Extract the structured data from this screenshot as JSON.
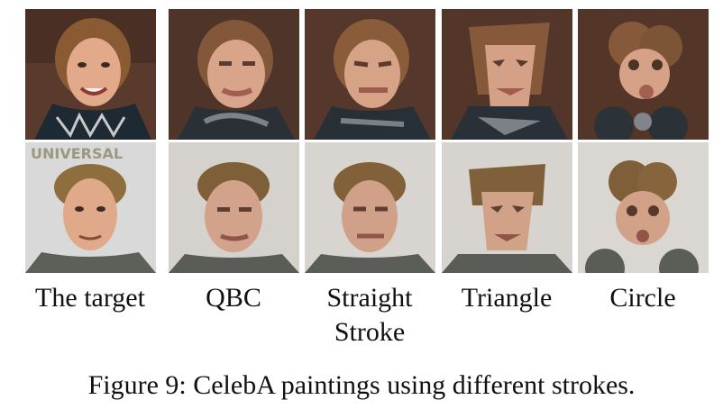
{
  "columns": [
    {
      "label": "The target"
    },
    {
      "label": "QBC"
    },
    {
      "label": "Straight Stroke",
      "line1": "Straight",
      "line2": "Stroke"
    },
    {
      "label": "Triangle"
    },
    {
      "label": "Circle"
    }
  ],
  "rows": [
    {
      "subject": "woman-portrait"
    },
    {
      "subject": "man-portrait",
      "watermark_text": "UNIVERSAL"
    }
  ],
  "caption": "Figure 9: CelebA paintings using different strokes."
}
